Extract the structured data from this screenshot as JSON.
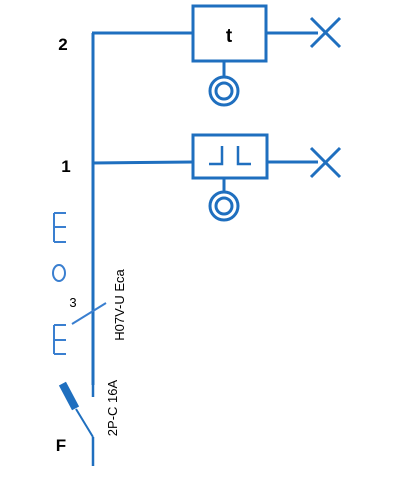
{
  "diagram": {
    "colors": {
      "wire": "#1f6fbf",
      "wire_thin": "#3a7fd0",
      "breaker": "#1f6fbf",
      "text": "#000000"
    },
    "circuit_labels": {
      "circuit2": "2",
      "circuit1": "1"
    },
    "timer_label": "t",
    "cable_label": "H07V-U Eca",
    "conductor_count": "3",
    "breaker_label": "2P-C 16A",
    "breaker_id": "F"
  }
}
